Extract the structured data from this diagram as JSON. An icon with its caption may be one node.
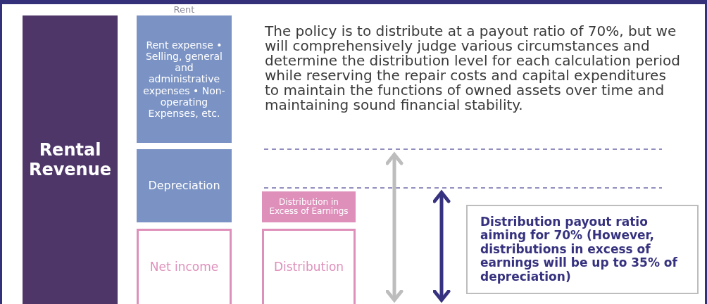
{
  "diagram": {
    "nodes": [
      {
        "text": [
          "Rental Revenue"
        ]
      },
      {
        "text": [
          "Rent expense • Selling, general and administrative expenses • Non-operating Expenses, etc."
        ]
      },
      {
        "text": [
          "Depreciation"
        ]
      },
      {
        "text": [
          "Net income"
        ]
      },
      {
        "text": [
          "Distribution in Excess of Earnings"
        ]
      },
      {
        "text": [
          "Distribution"
        ]
      },
      {
        "text": [
          "Distribution payout ratio aiming for 70% (However, distributions in excess of earnings will be up to 35% of depreciation)"
        ]
      }
    ],
    "labels": [
      "Rent",
      "The policy is to distribute at a payout ratio of 70%, but we will comprehensively judge various circumstances and determine the distribution level for each calculation period while reserving the repair costs and capital expenditures to maintain the functions of owned assets over time and maintaining sound financial stability."
    ]
  }
}
